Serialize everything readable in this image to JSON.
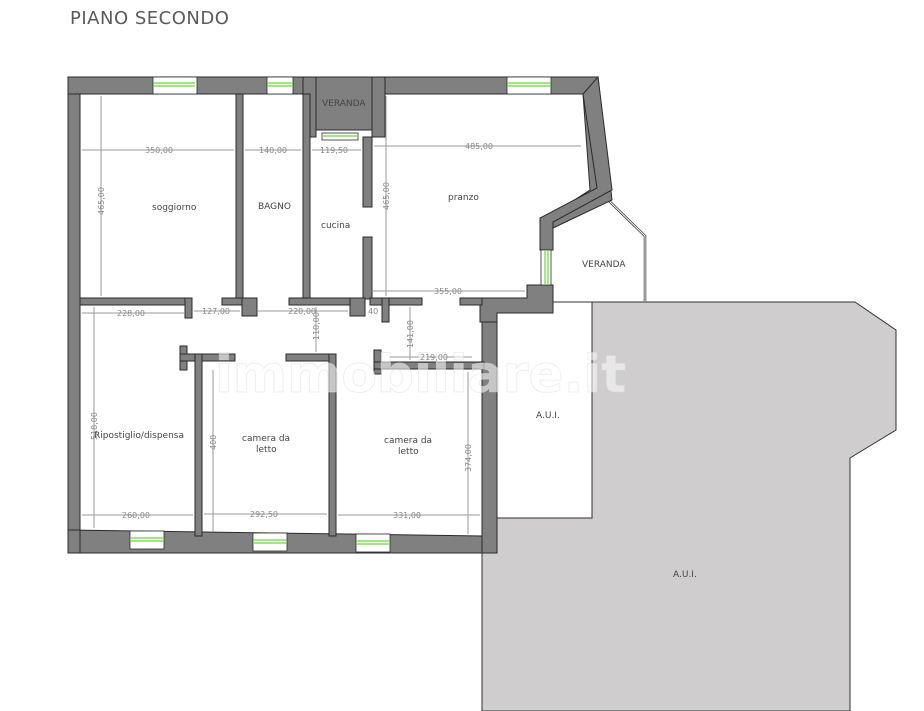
{
  "title": "PIANO SECONDO",
  "watermark": "immobiliare.it",
  "colors": {
    "wall": "#808080",
    "window_glass": "#66dd33",
    "aui_fill": "#cfcdce",
    "background": "#ffffff"
  },
  "rooms": {
    "soggiorno": "soggiorno",
    "bagno": "BAGNO",
    "veranda_top": "VERANDA",
    "cucina": "cucina",
    "pranzo": "pranzo",
    "veranda_right": "VERANDA",
    "ripostiglio": "Ripostiglio/dispensa",
    "camera1_line1": "camera da",
    "camera1_line2": "letto",
    "camera2_line1": "camera da",
    "camera2_line2": "letto",
    "aui_small": "A.U.I.",
    "aui_large": "A.U.I."
  },
  "dimensions": {
    "soggiorno_w": "350,00",
    "soggiorno_h": "465,00",
    "bagno_w": "140,00",
    "cucina_w": "119,50",
    "pranzo_w": "485,00",
    "pranzo_h": "465,00",
    "pranzo_bottom": "355,00",
    "ripostiglio_w": "228,00",
    "corridor_1": "127,00",
    "corridor_2": "220,00",
    "corridor_40": "40",
    "corridor_v1": "110,00",
    "corridor_v2": "141,00",
    "corridor_bottom": "219,00",
    "ripostiglio_h": "518,00",
    "ripostiglio_bottom": "260,00",
    "camera1_h": "400",
    "camera1_w": "292,50",
    "camera2_w": "331,00",
    "camera2_h": "374,00"
  }
}
